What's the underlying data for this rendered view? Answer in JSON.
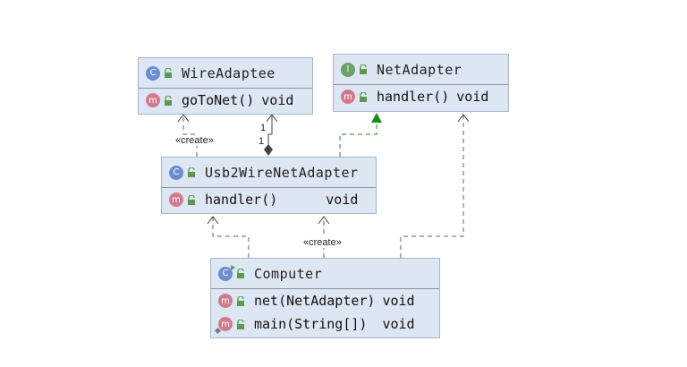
{
  "classes": {
    "wire_adaptee": {
      "kind": "C",
      "name": "WireAdaptee",
      "members": [
        {
          "name": "goToNet()",
          "type": "void"
        }
      ]
    },
    "net_adapter": {
      "kind": "I",
      "name": "NetAdapter",
      "members": [
        {
          "name": "handler()",
          "type": "void"
        }
      ]
    },
    "usb2wire": {
      "kind": "C",
      "name": "Usb2WireNetAdapter",
      "members": [
        {
          "name": "handler()",
          "type": "void"
        }
      ]
    },
    "computer": {
      "kind": "C",
      "name": "Computer",
      "members": [
        {
          "name": "net(NetAdapter)",
          "type": "void"
        },
        {
          "name": "main(String[])",
          "type": "void"
        }
      ]
    }
  },
  "labels": {
    "create_1": "«create»",
    "create_2": "«create»",
    "mult_top": "1",
    "mult_bottom": "1"
  },
  "member_badge": "m",
  "colors": {
    "box_fill": "#dde6f3",
    "realization_arrow": "#1a8a1a",
    "class_badge": "#6b8ed0",
    "interface_badge": "#6aa16c",
    "method_badge": "#d27a8d"
  }
}
